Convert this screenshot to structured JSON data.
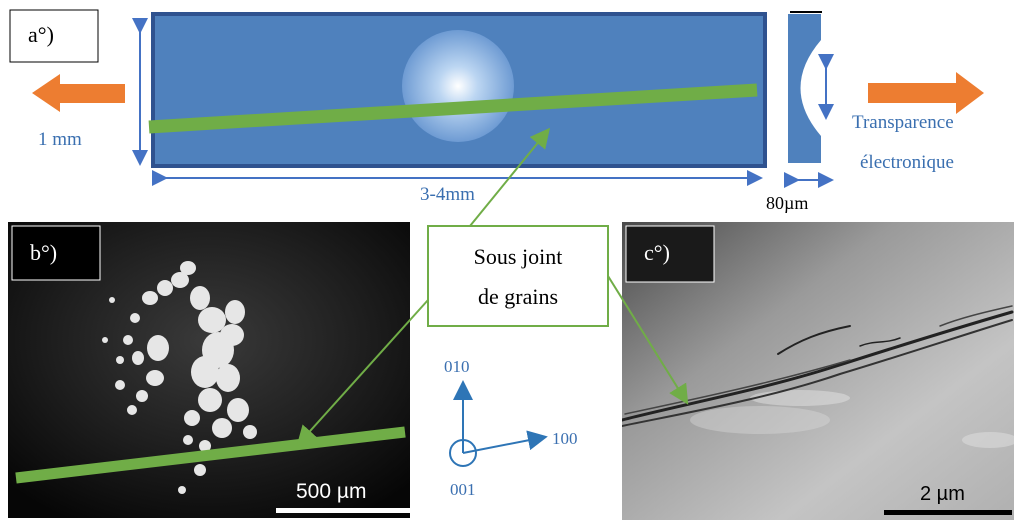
{
  "panels": {
    "a": {
      "label": "a°)"
    },
    "b": {
      "label": "b°)",
      "scale_bar": "500 µm"
    },
    "c": {
      "label": "c°)",
      "scale_bar": "2 µm"
    }
  },
  "sample": {
    "height_label": "1 mm",
    "length_label": "3-4mm",
    "thickness_label": "80µm",
    "transparency_label_line1": "Transparence",
    "transparency_label_line2": "électronique"
  },
  "callout": {
    "line1": "Sous joint",
    "line2": "de grains"
  },
  "axes": {
    "x": "100",
    "y": "010",
    "z": "001"
  },
  "colors": {
    "sample_blue": "#4f81bd",
    "sample_border": "#2f528f",
    "boundary_green": "#70ad47",
    "arrow_orange": "#ed7d31",
    "dim_blue": "#4472c4",
    "text_blue": "#3a6fb0"
  }
}
